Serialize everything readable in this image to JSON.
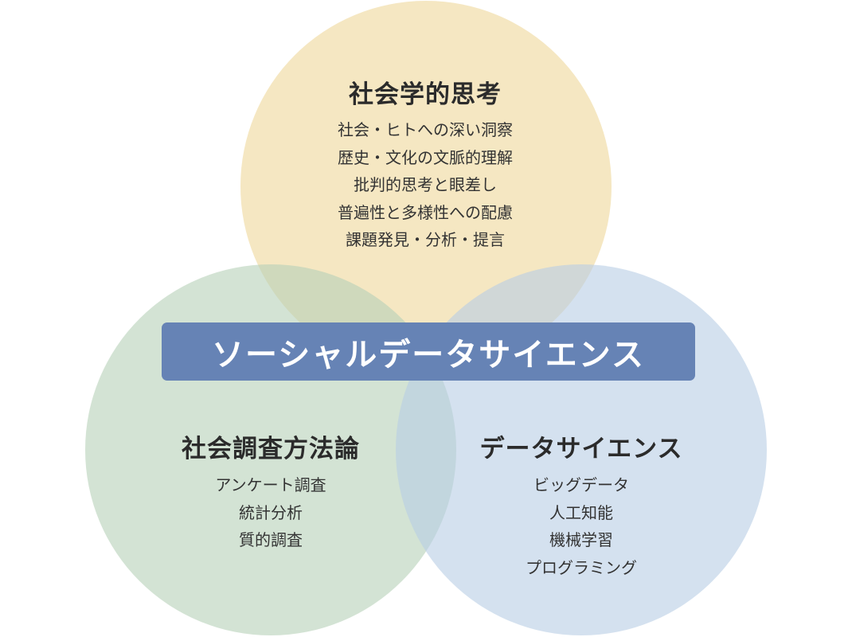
{
  "colors": {
    "top_circle": "#f2dfae",
    "left_circle": "#b5d1b8",
    "right_circle": "#b7cde4",
    "banner_bg": "#6683b5",
    "banner_text": "#ffffff"
  },
  "banner": {
    "label": "ソーシャルデータサイエンス"
  },
  "circles": {
    "top": {
      "title": "社会学的思考",
      "items": [
        "社会・ヒトへの深い洞察",
        "歴史・文化の文脈的理解",
        "批判的思考と眼差し",
        "普遍性と多様性への配慮",
        "課題発見・分析・提言"
      ]
    },
    "left": {
      "title": "社会調査方法論",
      "items": [
        "アンケート調査",
        "統計分析",
        "質的調査"
      ]
    },
    "right": {
      "title": "データサイエンス",
      "items": [
        "ビッグデータ",
        "人工知能",
        "機械学習",
        "プログラミング"
      ]
    }
  }
}
